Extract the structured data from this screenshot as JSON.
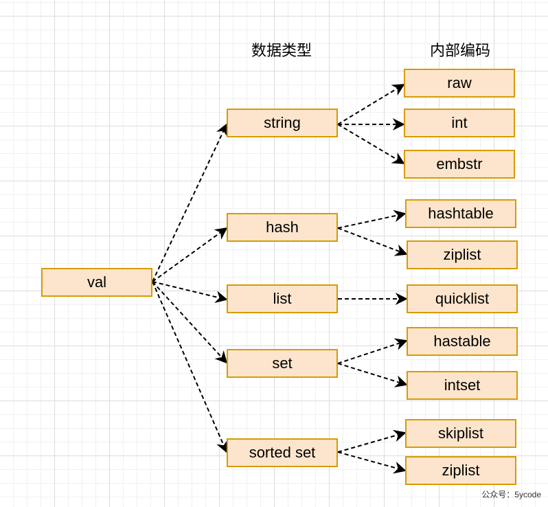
{
  "headers": {
    "type": "数据类型",
    "encoding": "内部编码"
  },
  "root": "val",
  "types": [
    {
      "label": "string",
      "encodings": [
        "raw",
        "int",
        "embstr"
      ]
    },
    {
      "label": "hash",
      "encodings": [
        "hashtable",
        "ziplist"
      ]
    },
    {
      "label": "list",
      "encodings": [
        "quicklist"
      ]
    },
    {
      "label": "set",
      "encodings": [
        "hastable",
        "intset"
      ]
    },
    {
      "label": "sorted set",
      "encodings": [
        "skiplist",
        "ziplist"
      ]
    }
  ],
  "watermark": "公众号：5ycode",
  "colors": {
    "box_fill": "#fce5cc",
    "box_border": "#d79b00",
    "edge": "#000000"
  }
}
